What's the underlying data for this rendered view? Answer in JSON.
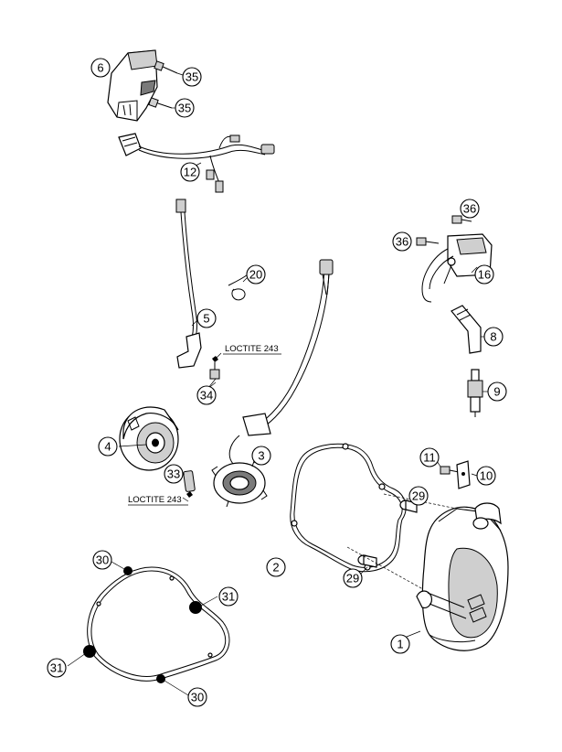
{
  "callouts": {
    "c6": "6",
    "c35a": "35",
    "c35b": "35",
    "c12": "12",
    "c36a": "36",
    "c36b": "36",
    "c16": "16",
    "c20": "20",
    "c5": "5",
    "c8": "8",
    "c9": "9",
    "c34": "34",
    "c4": "4",
    "c3": "3",
    "c11": "11",
    "c10": "10",
    "c33": "33",
    "c29a": "29",
    "c29b": "29",
    "c2": "2",
    "c30a": "30",
    "c31a": "31",
    "c31b": "31",
    "c30b": "30",
    "c1": "1"
  },
  "notes": {
    "loctite_upper": "LOCTITE 243",
    "loctite_lower": "LOCTITE 243"
  }
}
